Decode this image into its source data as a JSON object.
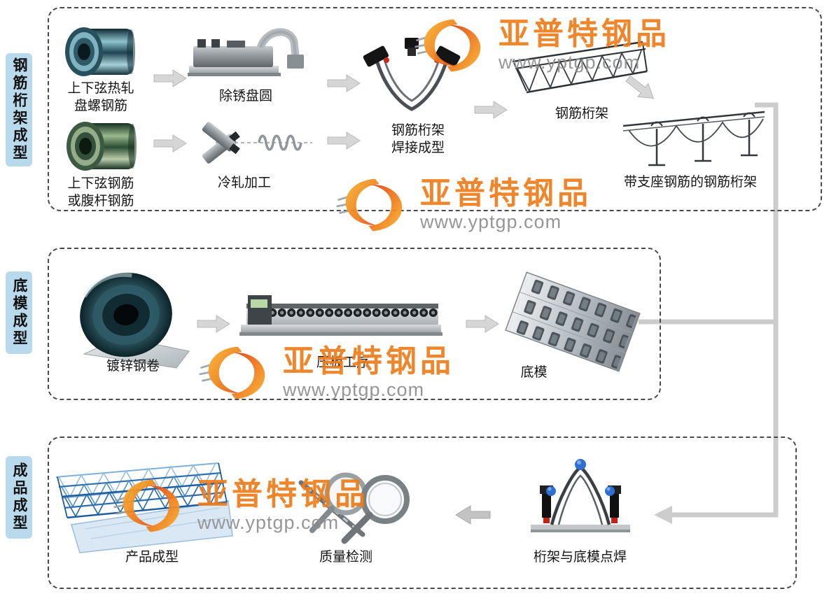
{
  "watermark": {
    "brand": "亚普特钢品",
    "url": "www.yptgp.com"
  },
  "sections": {
    "truss_forming": {
      "side_label": "钢筋桁架成型",
      "steps": {
        "hot_rolled_coil": {
          "label_line1": "上下弦热轧",
          "label_line2": "盘螺钢筋"
        },
        "descaling": {
          "label": "除锈盘圆"
        },
        "chord_web_coil": {
          "label_line1": "上下弦钢筋",
          "label_line2": "或腹杆钢筋"
        },
        "cold_rolling": {
          "label": "冷轧加工"
        },
        "truss_welding": {
          "label_line1": "钢筋桁架",
          "label_line2": "焊接成型"
        },
        "steel_truss": {
          "label": "钢筋桁架"
        },
        "truss_with_supports": {
          "label": "带支座钢筋的钢筋桁架"
        }
      }
    },
    "bottom_mold_forming": {
      "side_label": "底模成型",
      "steps": {
        "galvanized_coil": {
          "label": "镀锌钢卷"
        },
        "pressing": {
          "label": "压板工序"
        },
        "bottom_mold": {
          "label": "底模"
        }
      }
    },
    "product_forming": {
      "side_label": "成品成型",
      "steps": {
        "finished_product": {
          "label": "产品成型"
        },
        "quality_inspection": {
          "label": "质量检测"
        },
        "spot_welding": {
          "label": "桁架与底模点焊"
        }
      }
    }
  },
  "colors": {
    "accent_orange": "#ef7d1b",
    "section_label_bg": "#b9d9ec",
    "connector_gray": "#cccccc"
  }
}
